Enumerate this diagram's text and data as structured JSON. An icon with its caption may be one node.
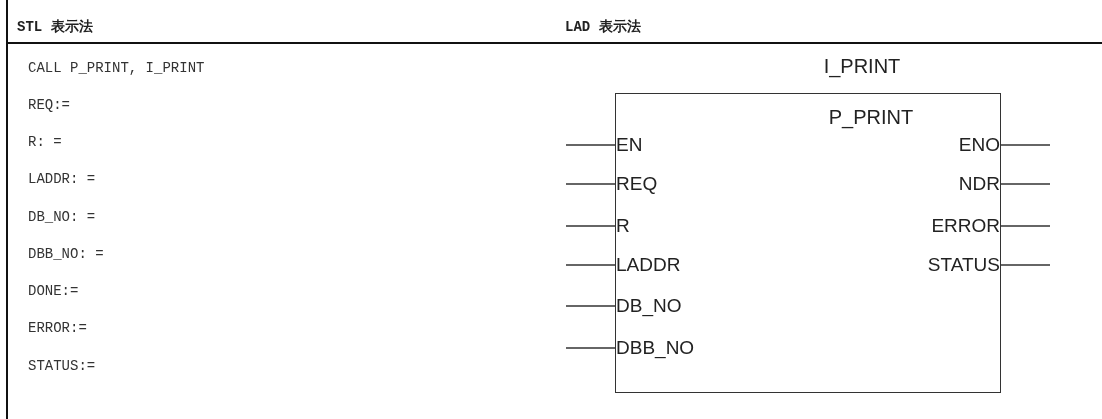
{
  "diagram": {
    "nodes": [
      {
        "text": [
          "I_PRINT",
          "P_PRINT"
        ]
      },
      {
        "text": [
          "EN"
        ],
        "in": 0
      },
      {
        "text": [
          "ENO"
        ],
        "in": 0
      },
      {
        "text": [
          "REQ"
        ],
        "in": 0
      },
      {
        "text": [
          "NDR"
        ],
        "in": 0
      },
      {
        "text": [
          "R"
        ],
        "in": 0
      },
      {
        "text": [
          "ERROR"
        ],
        "in": 0
      },
      {
        "text": [
          "LADDR"
        ],
        "in": 0
      },
      {
        "text": [
          "STATUS"
        ],
        "in": 0
      },
      {
        "text": [
          "DB_NO"
        ],
        "in": 0
      },
      {
        "text": [
          "DBB_NO"
        ],
        "in": 0
      }
    ],
    "edges": [
      {
        "from": null,
        "to": 1,
        "arrow": "none"
      },
      {
        "from": 2,
        "to": null,
        "arrow": "none"
      },
      {
        "from": null,
        "to": 3,
        "arrow": "none"
      },
      {
        "from": 4,
        "to": null,
        "arrow": "none"
      },
      {
        "from": null,
        "to": 5,
        "arrow": "none"
      },
      {
        "from": 6,
        "to": null,
        "arrow": "none"
      },
      {
        "from": null,
        "to": 7,
        "arrow": "none"
      },
      {
        "from": 8,
        "to": null,
        "arrow": "none"
      },
      {
        "from": null,
        "to": 9,
        "arrow": "none"
      },
      {
        "from": null,
        "to": 10,
        "arrow": "none"
      }
    ],
    "labels": [
      "STL 表示法",
      "LAD 表示法",
      "CALL P_PRINT, I_PRINT",
      "REQ:=",
      "R: =",
      "LADDR: =",
      "DB_NO: =",
      "DBB_NO: =",
      "DONE:=",
      "ERROR:=",
      "STATUS:="
    ]
  }
}
